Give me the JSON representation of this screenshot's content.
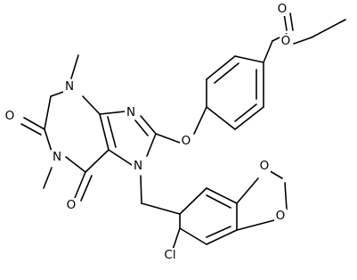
{
  "molecule": {
    "atoms": [
      {
        "id": "o_keto_ester",
        "label": "O"
      },
      {
        "id": "o_methoxy_ester",
        "label": "O"
      },
      {
        "id": "o_ether",
        "label": "O"
      },
      {
        "id": "n9",
        "label": "N"
      },
      {
        "id": "n3",
        "label": "N"
      },
      {
        "id": "o_c2",
        "label": "O"
      },
      {
        "id": "n1",
        "label": "N"
      },
      {
        "id": "o_c6",
        "label": "O"
      },
      {
        "id": "n7",
        "label": "N"
      },
      {
        "id": "o_dioxole_top",
        "label": "O"
      },
      {
        "id": "o_dioxole_bottom",
        "label": "O"
      },
      {
        "id": "cl",
        "label": "Cl"
      }
    ]
  },
  "colors": {
    "ink": "#000000",
    "background": "#ffffff"
  }
}
